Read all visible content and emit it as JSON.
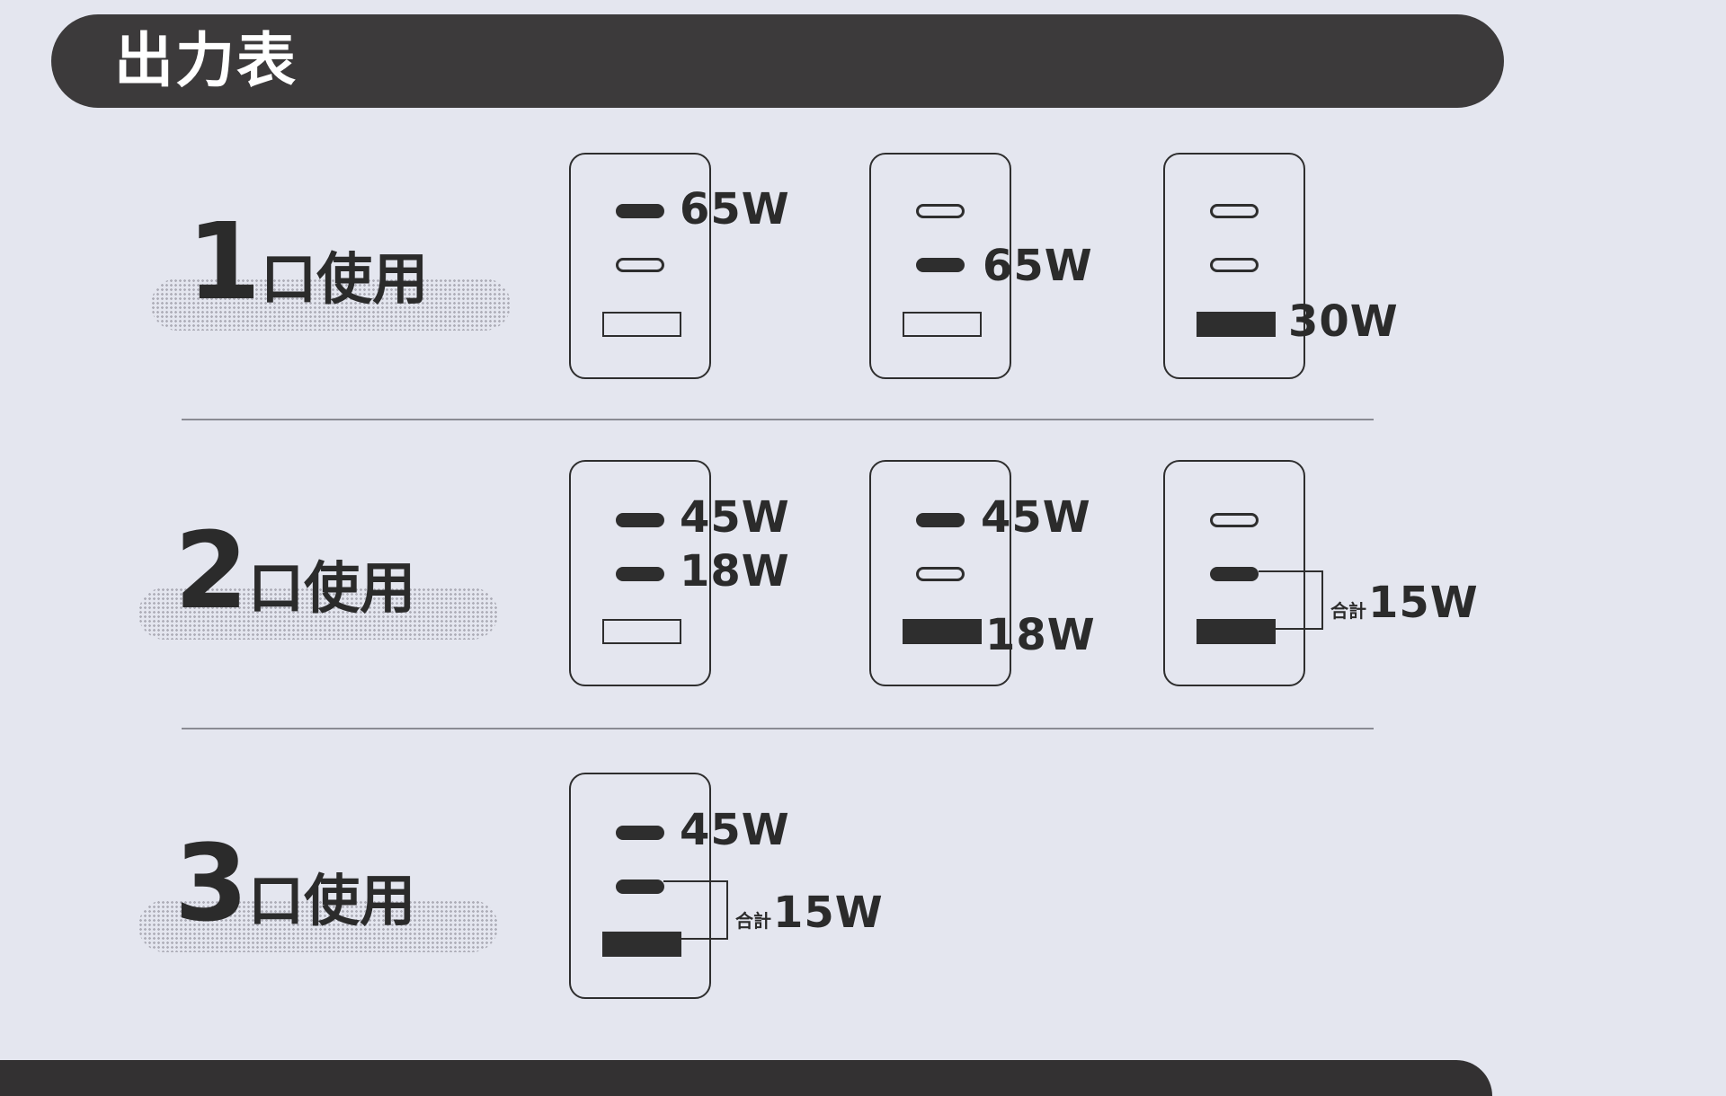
{
  "header": {
    "title": "出力表"
  },
  "rows": [
    {
      "number": "1",
      "suffix": "口使用",
      "configs": [
        {
          "ports": {
            "c1": "on",
            "c2": "off",
            "a": "off"
          },
          "labels": [
            "65W"
          ]
        },
        {
          "ports": {
            "c1": "off",
            "c2": "on",
            "a": "off"
          },
          "labels": [
            "65W"
          ]
        },
        {
          "ports": {
            "c1": "off",
            "c2": "off",
            "a": "on"
          },
          "labels": [
            "30W"
          ]
        }
      ]
    },
    {
      "number": "2",
      "suffix": "口使用",
      "configs": [
        {
          "ports": {
            "c1": "on",
            "c2": "on",
            "a": "off"
          },
          "labels": [
            "45W",
            "18W"
          ]
        },
        {
          "ports": {
            "c1": "on",
            "c2": "off",
            "a": "on"
          },
          "labels": [
            "45W",
            "18W"
          ]
        },
        {
          "ports": {
            "c1": "off",
            "c2": "on",
            "a": "on"
          },
          "total_prefix": "合計",
          "total": "15W"
        }
      ]
    },
    {
      "number": "3",
      "suffix": "口使用",
      "configs": [
        {
          "ports": {
            "c1": "on",
            "c2": "on",
            "a": "on"
          },
          "labels": [
            "45W"
          ],
          "total_prefix": "合計",
          "total": "15W"
        }
      ]
    }
  ]
}
